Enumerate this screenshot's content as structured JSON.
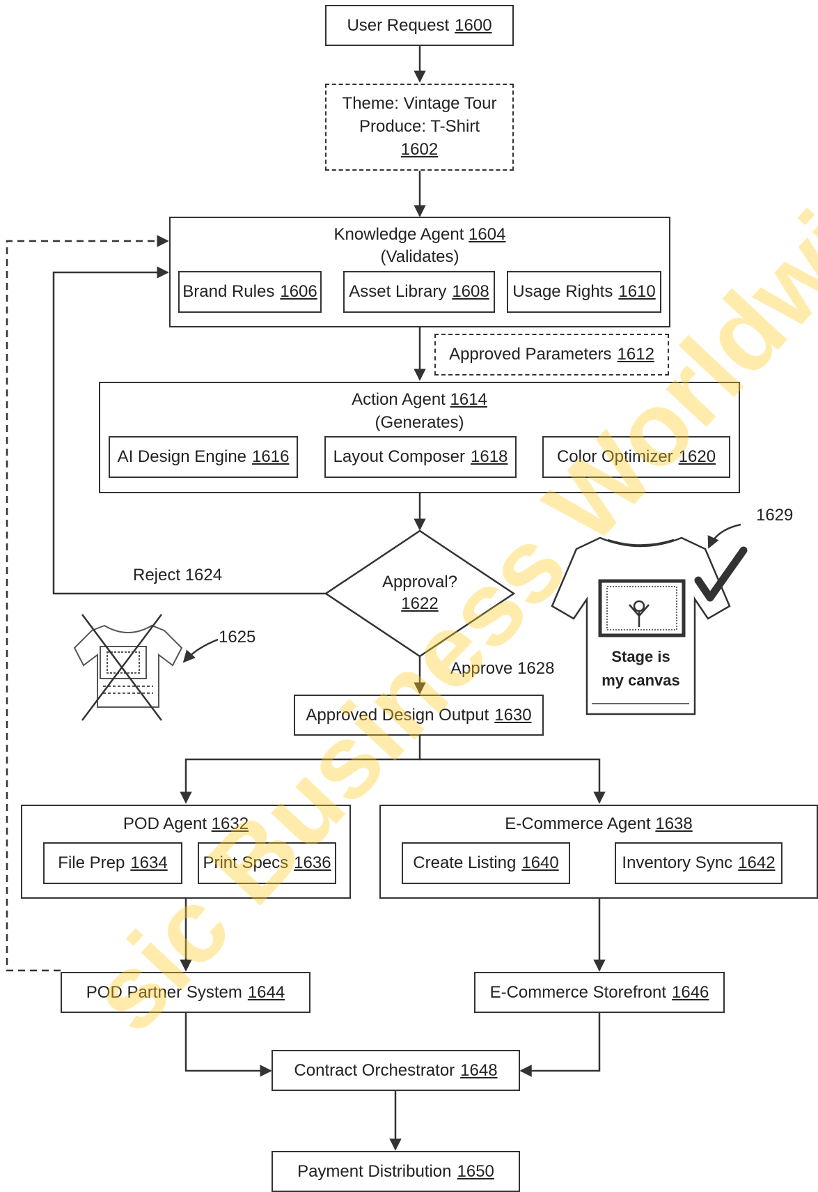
{
  "nodes": {
    "user_request": {
      "text": "User Request",
      "ref": "1600"
    },
    "theme": {
      "line1": "Theme: Vintage Tour",
      "line2": "Produce: T-Shirt",
      "ref": "1602"
    },
    "knowledge_agent": {
      "text": "Knowledge Agent",
      "ref": "1604",
      "sub": "(Validates)"
    },
    "brand_rules": {
      "text": "Brand Rules",
      "ref": "1606"
    },
    "asset_library": {
      "text": "Asset Library",
      "ref": "1608"
    },
    "usage_rights": {
      "text": "Usage Rights",
      "ref": "1610"
    },
    "approved_params": {
      "text": "Approved Parameters",
      "ref": "1612"
    },
    "action_agent": {
      "text": "Action Agent",
      "ref": "1614",
      "sub": "(Generates)"
    },
    "ai_design": {
      "text": "AI Design Engine",
      "ref": "1616"
    },
    "layout_composer": {
      "text": "Layout Composer",
      "ref": "1618"
    },
    "color_optimizer": {
      "text": "Color Optimizer",
      "ref": "1620"
    },
    "approval": {
      "text": "Approval?",
      "ref": "1622"
    },
    "approved_output": {
      "text": "Approved Design Output",
      "ref": "1630"
    },
    "pod_agent": {
      "text": "POD Agent",
      "ref": "1632"
    },
    "file_prep": {
      "text": "File Prep",
      "ref": "1634"
    },
    "print_specs": {
      "text": "Print Specs",
      "ref": "1636"
    },
    "ecommerce_agent": {
      "text": "E-Commerce Agent",
      "ref": "1638"
    },
    "create_listing": {
      "text": "Create Listing",
      "ref": "1640"
    },
    "inventory_sync": {
      "text": "Inventory Sync",
      "ref": "1642"
    },
    "pod_partner": {
      "text": "POD Partner System",
      "ref": "1644"
    },
    "storefront": {
      "text": "E-Commerce Storefront",
      "ref": "1646"
    },
    "contract": {
      "text": "Contract Orchestrator",
      "ref": "1648"
    },
    "payment": {
      "text": "Payment Distribution",
      "ref": "1650"
    }
  },
  "labels": {
    "reject": "Reject 1624",
    "approve": "Approve 1628",
    "rejected_ref": "1625",
    "accepted_ref": "1629"
  },
  "shirt": {
    "line1": "Stage is",
    "line2": "my canvas"
  },
  "watermark": "sic Business Worldwide (c"
}
